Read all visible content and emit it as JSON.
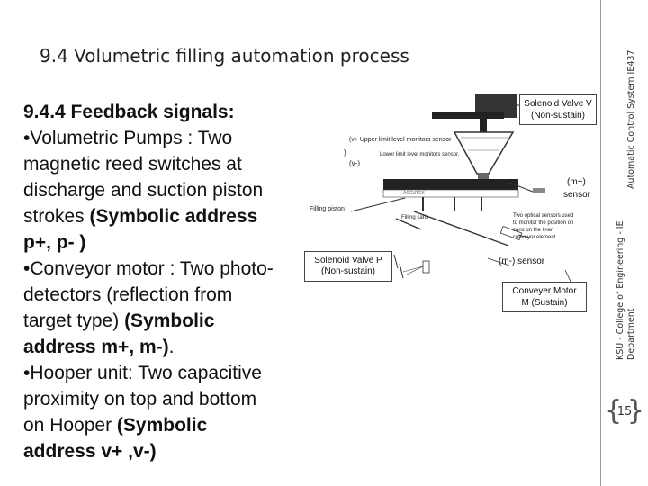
{
  "title": "9.4  Volumetric filling automation process",
  "body": {
    "heading": "9.4.4 Feedback signals:",
    "line2": "•Volumetric Pumps : Two",
    "line3": "magnetic reed switches at",
    "line4": "discharge and suction piston",
    "line5_pre": "strokes  ",
    "line5_bold": "(Symbolic address",
    "line6": "p+, p- )",
    "line7": "•Conveyor motor : Two photo-",
    "line8": "detectors (reflection from",
    "line9_pre": "target type) ",
    "line9_bold": "(Symbolic",
    "line10": "address m+, m-)",
    "line10_end": ".",
    "line11": "•Hooper unit: Two capacitive",
    "line12": "proximity on top and bottom",
    "line13_pre": "on Hooper ",
    "line13_bold": "(Symbolic",
    "line14": "address v+ ,v-)"
  },
  "diagram": {
    "valve_v": {
      "line1": "Solenoid Valve V",
      "line2": "(Non-sustain)"
    },
    "upper_limit": "(v+ Upper limit level monitors sensor",
    "paren": ")",
    "lower_limit_label": "(v-)",
    "lower_limit_text": "Lower limit level monitors sensor.",
    "m_plus": {
      "line1": "(m+)",
      "line2": "sensor"
    },
    "filling_piston": "Filling piston",
    "brand": "ACCUTEK",
    "filling_cans": "Filling cans",
    "optical": {
      "line1": "Two optical sensors used",
      "line2": "to monitor the position on",
      "line3": "cans on the liner",
      "line4": "conveyor element."
    },
    "valve_p": {
      "line1": "Solenoid Valve P",
      "line2": "(Non-sustain)"
    },
    "m_minus": "(m-) sensor",
    "motor": {
      "line1": "Conveyer Motor",
      "line2": "M (Sustain)"
    }
  },
  "sidebar": {
    "course": "Automatic Control System IE437",
    "department": "KSU - College of Engineering - IE Department"
  },
  "page_number": "15"
}
